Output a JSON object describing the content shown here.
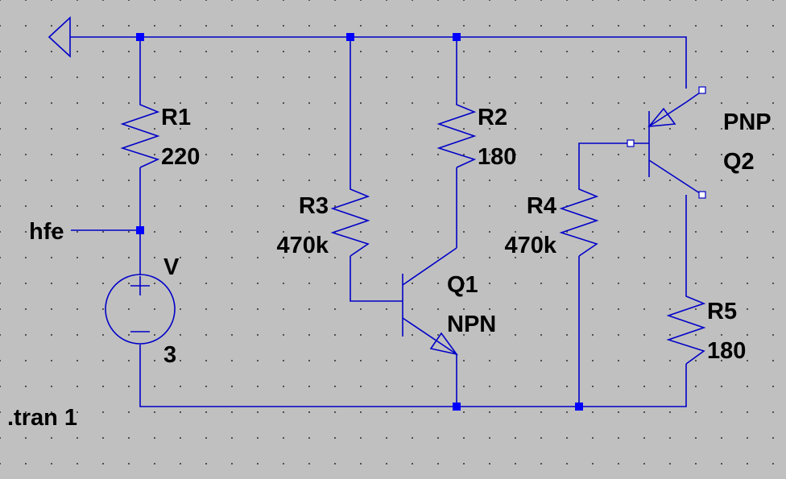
{
  "components": {
    "r1": {
      "ref": "R1",
      "value": "220"
    },
    "r2": {
      "ref": "R2",
      "value": "180"
    },
    "r3": {
      "ref": "R3",
      "value": "470k"
    },
    "r4": {
      "ref": "R4",
      "value": "470k"
    },
    "r5": {
      "ref": "R5",
      "value": "180"
    },
    "v": {
      "ref": "V",
      "value": "3"
    },
    "q1": {
      "ref": "Q1",
      "model": "NPN"
    },
    "q2": {
      "ref": "Q2",
      "model": "PNP"
    }
  },
  "net_label": "hfe",
  "directive": ".tran 1",
  "colors": {
    "background": "#c0c0c0",
    "wire": "#0000c8",
    "junction": "#0000ff",
    "text": "#000000"
  }
}
